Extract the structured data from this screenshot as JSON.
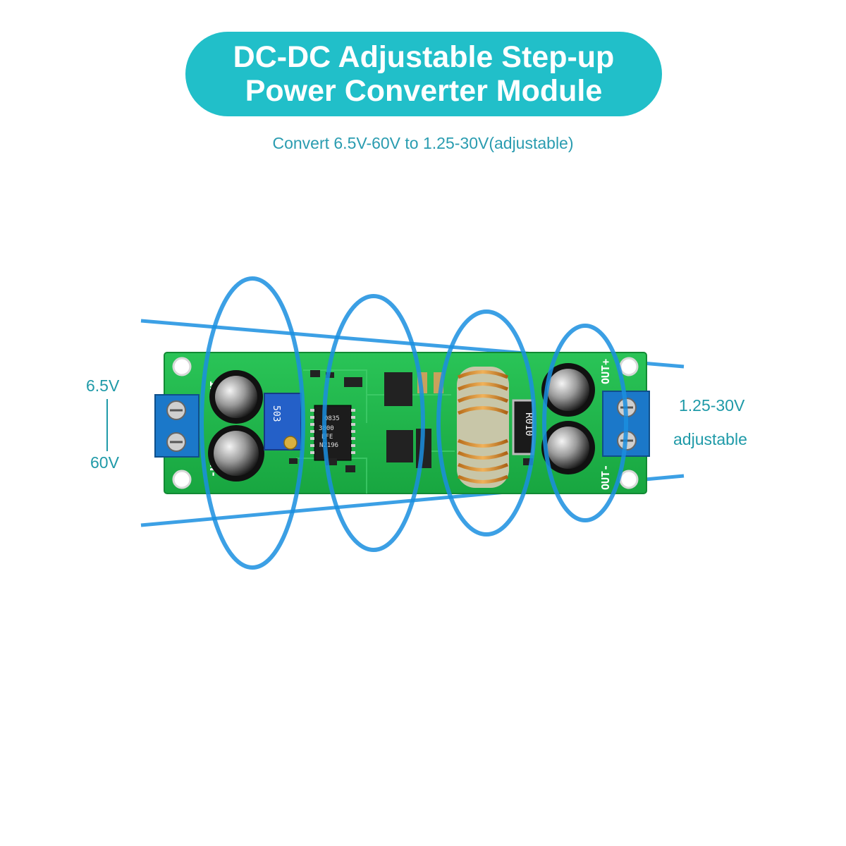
{
  "title": {
    "line1": "DC-DC Adjustable Step-up",
    "line2": "Power Converter Module"
  },
  "subtitle": "Convert 6.5V-60V to 1.25-30V(adjustable)",
  "input_range": {
    "min": "6.5V",
    "max": "60V"
  },
  "output_range": {
    "value": "1.25-30V",
    "note": "adjustable"
  },
  "pcb_labels": {
    "in_plus": "IN+",
    "in_minus": "IN-",
    "out_plus": "OUT+",
    "out_minus": "OUT-",
    "ic_line1": "0835",
    "ic_line2": "3800",
    "ic_line3": "EFE",
    "ic_line4": "N2196",
    "pot_code": "503",
    "resistor": "R010"
  },
  "colors": {
    "accent": "#21bfc9",
    "pcb_green": "#1fb84a",
    "terminal_blue": "#1b78c9",
    "field_blue": "#1a8fe0",
    "coil_copper": "#d9902e"
  }
}
